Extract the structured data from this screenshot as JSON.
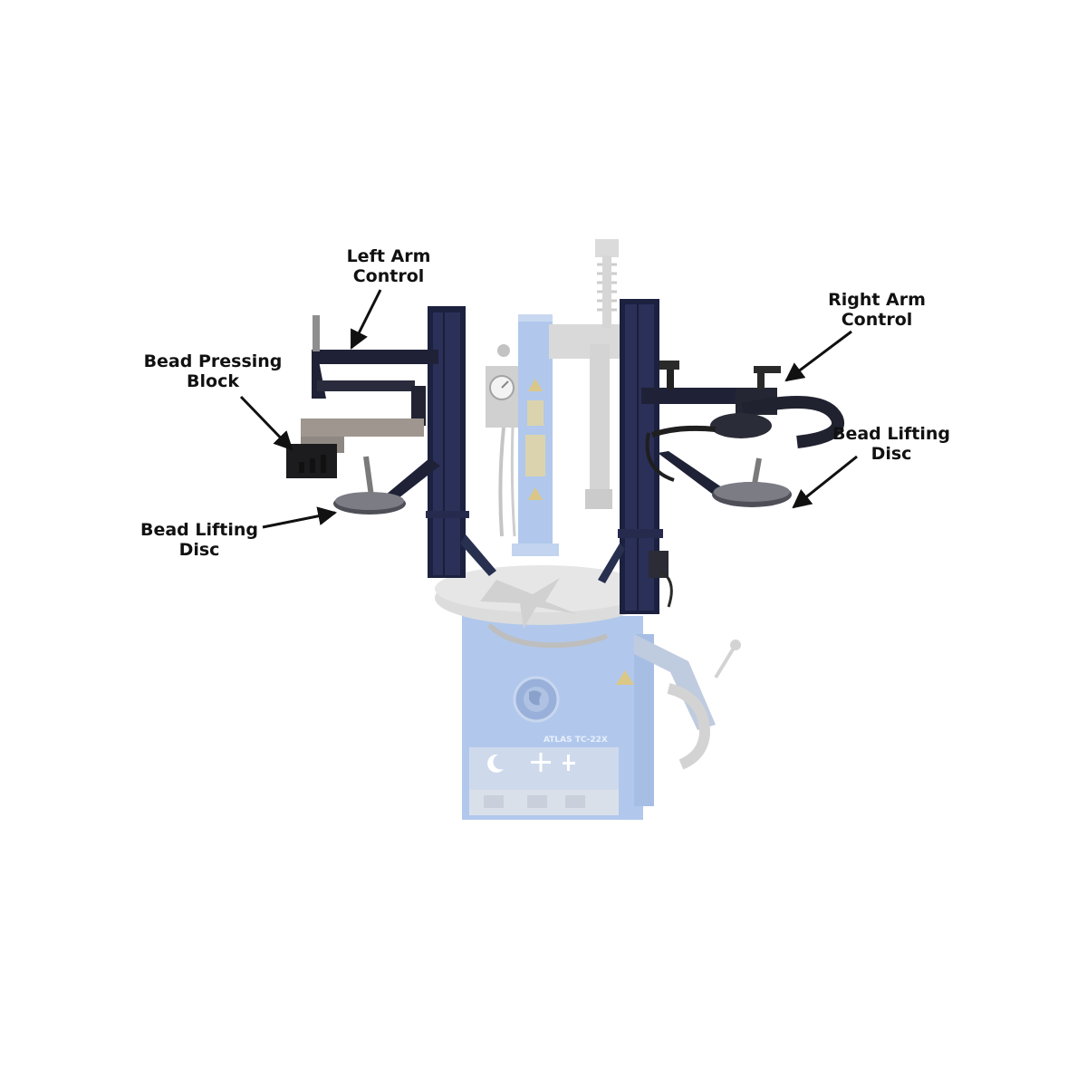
{
  "labels": {
    "left_arm_control": [
      "Left Arm",
      "Control"
    ],
    "right_arm_control": [
      "Right Arm",
      "Control"
    ],
    "bead_pressing_block": [
      "Bead Pressing",
      "Block"
    ],
    "bead_lifting_disc_left": [
      "Bead Lifting",
      "Disc"
    ],
    "bead_lifting_disc_right": [
      "Bead Lifting",
      "Disc"
    ]
  },
  "machine_text": {
    "model_plate": "ATLAS TC-22X"
  },
  "colors": {
    "machine_blue_faded": "#a9c3ea",
    "machine_grey_faded": "#dcdcdc",
    "arm_dark": "#1e2130",
    "pillar_navy": "#1a1f3a",
    "label_text": "#111111"
  },
  "icons": [
    "gauge-icon",
    "warning-icon",
    "globe-logo-icon",
    "moon-pedal-icon",
    "plus-pedal-icon",
    "bar-pedal-icon"
  ]
}
